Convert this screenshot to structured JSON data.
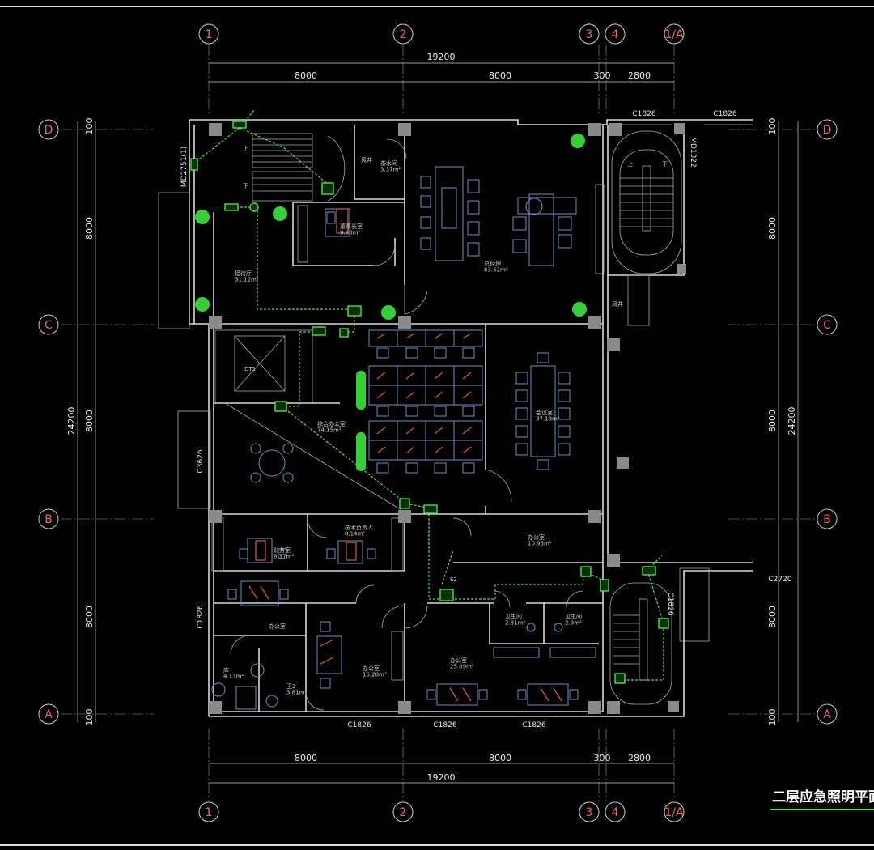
{
  "title": "二层应急照明平面",
  "grid": {
    "columns": [
      "1",
      "2",
      "3",
      "4",
      "1/A"
    ],
    "rows": [
      "D",
      "C",
      "B",
      "A"
    ]
  },
  "dimensions": {
    "total_width": "19200",
    "spans": [
      "8000",
      "8000",
      "300",
      "2800"
    ],
    "total_height": "24200",
    "row_spans": [
      "8000",
      "8000",
      "8000"
    ],
    "edge": "100"
  },
  "windows": {
    "top_right_1": "C1826",
    "top_right_2": "C1826",
    "left_c3626": "C3626",
    "left_c1826": "C1826",
    "bottom_1": "C1826",
    "bottom_2": "C1826",
    "bottom_3": "C1826",
    "right_c2720": "C2720",
    "right_c1826": "C1826",
    "door_md1322": "MD1322",
    "door_md2751": "MD2751(1)"
  },
  "rooms": {
    "stair_text_up": "上",
    "stair_text_down": "下",
    "shaft": "风井",
    "elevator": "DT1",
    "r_top_small": "茶水间\n3.37m²",
    "r_office_mgr": "董事长室\n9.88m²",
    "r_reception": "接待厅\n31.12m²",
    "r_gm": "总经理\n63.52m²",
    "r_open": "综合办公室\n74.15m²",
    "r_meeting": "会议室\n37.18m²",
    "r_finance": "财务室\n8.37m²",
    "r_tech": "技术负责人\n8.14m²",
    "r_office_b": "办公室\n10.95m²",
    "r_office_l": "办公室",
    "r_store": "库\n4.13m²",
    "r_wc": "卫2\n3.81m²",
    "r_office_c": "办公室\n15.28m²",
    "r_office_d": "办公室\n25.09m²",
    "r_wc1": "卫生间\n2.81m²",
    "r_wc2": "卫生间\n2.9m²",
    "r_label_e2": "E2"
  }
}
